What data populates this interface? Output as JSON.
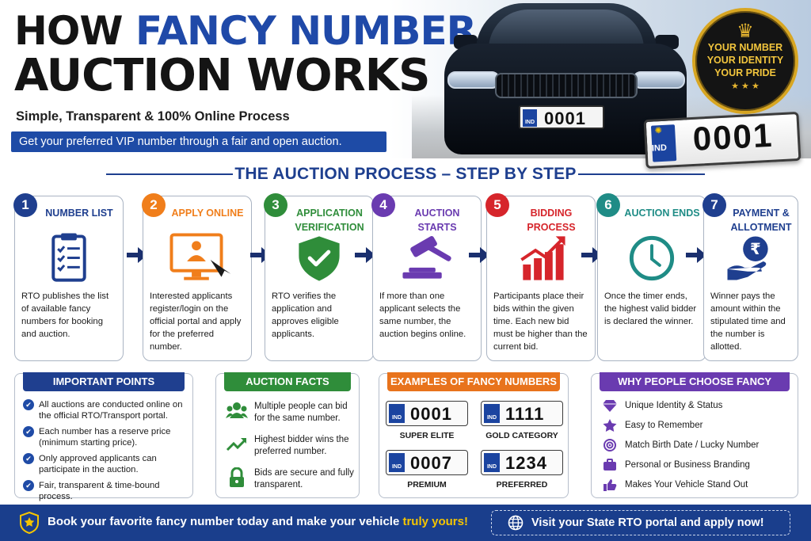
{
  "header": {
    "title_how": "HOW",
    "title_fancy": "FANCY NUMBER",
    "title_line2": "AUCTION WORKS",
    "subtitle": "Simple, Transparent & 100% Online Process",
    "tagline": "Get your preferred VIP number through a fair and open auction.",
    "car_plate": {
      "ind": "IND",
      "number": "0001"
    },
    "big_plate": {
      "ind": "IND",
      "number": "0001"
    },
    "badge": {
      "line1": "YOUR NUMBER",
      "line2": "YOUR IDENTITY",
      "line3": "YOUR PRIDE",
      "stars": "★ ★ ★"
    }
  },
  "process": {
    "title": "THE AUCTION PROCESS – STEP BY STEP",
    "steps": [
      {
        "num": "1",
        "title": "NUMBER LIST",
        "icon": "clipboard-checklist-icon",
        "color": "#1f3f8f",
        "desc": "RTO publishes the list of available fancy numbers for booking and auction."
      },
      {
        "num": "2",
        "title": "APPLY ONLINE",
        "icon": "computer-applicant-icon",
        "color": "#f07e1b",
        "desc": "Interested applicants register/login on the official portal and apply for the preferred number."
      },
      {
        "num": "3",
        "title": "APPLICATION VERIFICATION",
        "icon": "shield-check-icon",
        "color": "#2f8d3a",
        "desc": "RTO verifies the application and approves eligible applicants."
      },
      {
        "num": "4",
        "title": "AUCTION STARTS",
        "icon": "gavel-icon",
        "color": "#6a3bb0",
        "desc": "If more than one applicant selects the same number, the auction begins online."
      },
      {
        "num": "5",
        "title": "BIDDING PROCESS",
        "icon": "rising-chart-icon",
        "color": "#d6252b",
        "desc": "Participants place their bids within the given time. Each new bid must be higher than the current bid."
      },
      {
        "num": "6",
        "title": "AUCTION ENDS",
        "icon": "clock-icon",
        "color": "#1f8c86",
        "desc": "Once the timer ends, the highest valid bidder is declared the winner."
      },
      {
        "num": "7",
        "title": "PAYMENT & ALLOTMENT",
        "icon": "rupee-hand-icon",
        "color": "#1f3f8f",
        "desc": "Winner pays the amount within the stipulated time and the number is allotted."
      }
    ]
  },
  "important": {
    "title": "IMPORTANT POINTS",
    "color": "#1f3f8f",
    "items": [
      "All auctions are conducted online on the official RTO/Transport portal.",
      "Each number has a reserve price (minimum starting price).",
      "Only approved applicants can participate in the auction.",
      "Fair, transparent & time-bound process."
    ]
  },
  "facts": {
    "title": "AUCTION FACTS",
    "color": "#2f8d3a",
    "items": [
      {
        "icon": "people-group-icon",
        "text": "Multiple people can bid for the same number."
      },
      {
        "icon": "trend-up-icon",
        "text": "Highest bidder wins the preferred number."
      },
      {
        "icon": "padlock-icon",
        "text": "Bids are secure and fully transparent."
      }
    ]
  },
  "examples": {
    "title": "EXAMPLES OF FANCY NUMBERS",
    "color": "#e8731c",
    "plates": [
      {
        "ind": "IND",
        "number": "0001",
        "label": "SUPER ELITE"
      },
      {
        "ind": "IND",
        "number": "1111",
        "label": "GOLD CATEGORY"
      },
      {
        "ind": "IND",
        "number": "0007",
        "label": "PREMIUM"
      },
      {
        "ind": "IND",
        "number": "1234",
        "label": "PREFERRED"
      }
    ]
  },
  "why": {
    "title": "WHY PEOPLE CHOOSE FANCY NUMBERS?",
    "color": "#6a3bb0",
    "items": [
      {
        "icon": "diamond-icon",
        "text": "Unique Identity & Status"
      },
      {
        "icon": "star-icon",
        "text": "Easy to Remember"
      },
      {
        "icon": "target-icon",
        "text": "Match Birth Date / Lucky Number"
      },
      {
        "icon": "briefcase-icon",
        "text": "Personal or Business Branding"
      },
      {
        "icon": "thumbs-up-icon",
        "text": "Makes Your Vehicle Stand Out"
      }
    ]
  },
  "footer": {
    "left_text": "Book your favorite fancy number today and make your vehicle ",
    "left_highlight": "truly yours!",
    "right_text": "Visit your State RTO portal and apply now!"
  }
}
